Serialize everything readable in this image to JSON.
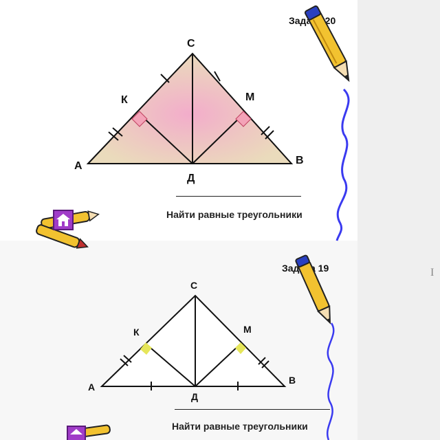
{
  "slides": [
    {
      "id": "20",
      "task_label": "Задача 20",
      "caption": "Найти равные треугольники",
      "points": {
        "A": "А",
        "B": "В",
        "C": "С",
        "D": "Д",
        "K": "К",
        "M": "М"
      },
      "colors": {
        "fill": "#e8d7b4",
        "highlight": "#f2a8c8",
        "right_angle": "#f4a3b8",
        "lines": "#111111"
      }
    },
    {
      "id": "19",
      "task_label": "Задача 19",
      "caption": "Найти равные треугольники",
      "points": {
        "A": "А",
        "B": "В",
        "C": "С",
        "D": "Д",
        "K": "К",
        "M": "М"
      },
      "colors": {
        "fill": "#ffffff",
        "right_angle": "#e6e65a",
        "lines": "#111111"
      }
    }
  ],
  "icons": [
    "pencil-icon",
    "crayon-icon",
    "home-icon"
  ],
  "cursor_text": "I"
}
